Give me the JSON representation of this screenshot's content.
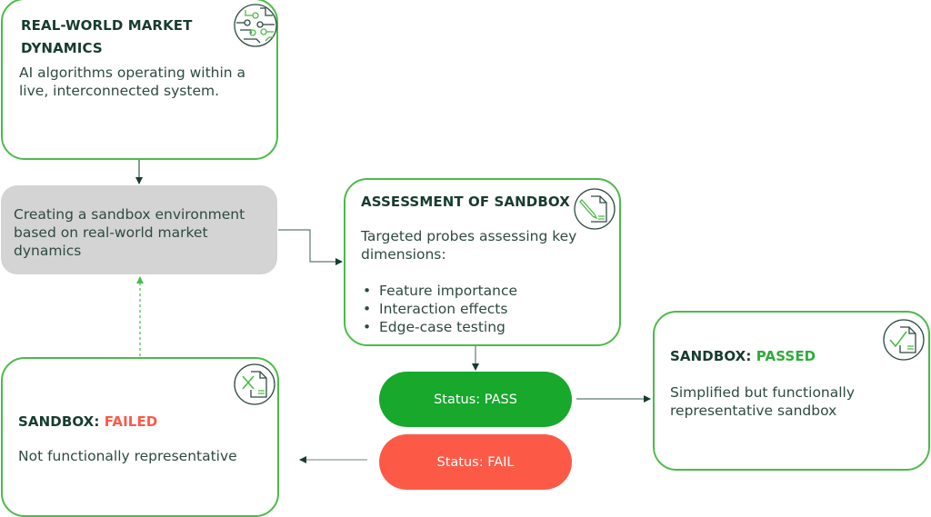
{
  "colors": {
    "accent_green": "#4cbb48",
    "pass_green": "#17a82c",
    "fail_red": "#fc5a47",
    "dark_text": "#173c2f",
    "grey_box": "#d4d4d4",
    "connector": "#5e7a72"
  },
  "nodes": {
    "market": {
      "title_line1": "REAL-WORLD MARKET",
      "title_line2": "DYNAMICS",
      "body": "AI algorithms operating within a live, interconnected system.",
      "icon": "circuit-icon"
    },
    "sandbox_create": {
      "body": "Creating a sandbox environment based on real-world market dynamics"
    },
    "assessment": {
      "title": "ASSESSMENT OF SANDBOX",
      "body": "Targeted probes assessing key dimensions:",
      "bullets": [
        "Feature importance",
        "Interaction effects",
        "Edge-case testing"
      ],
      "icon": "document-pencil-icon"
    },
    "status_pass": {
      "label": "Status: PASS"
    },
    "status_fail": {
      "label": "Status: FAIL"
    },
    "passed": {
      "title_prefix": "SANDBOX: ",
      "title_status": "PASSED",
      "body": "Simplified but functionally representative sandbox",
      "icon": "document-check-icon"
    },
    "failed": {
      "title_prefix": "SANDBOX: ",
      "title_status": "FAILED",
      "body": "Not functionally representative",
      "icon": "document-x-icon"
    }
  },
  "edges": [
    {
      "from": "market",
      "to": "sandbox_create",
      "style": "solid"
    },
    {
      "from": "sandbox_create",
      "to": "assessment",
      "style": "solid"
    },
    {
      "from": "assessment",
      "to": "status",
      "style": "solid"
    },
    {
      "from": "status_pass",
      "to": "passed",
      "style": "solid"
    },
    {
      "from": "status_fail",
      "to": "failed",
      "style": "solid"
    },
    {
      "from": "failed",
      "to": "sandbox_create",
      "style": "dashed"
    }
  ]
}
